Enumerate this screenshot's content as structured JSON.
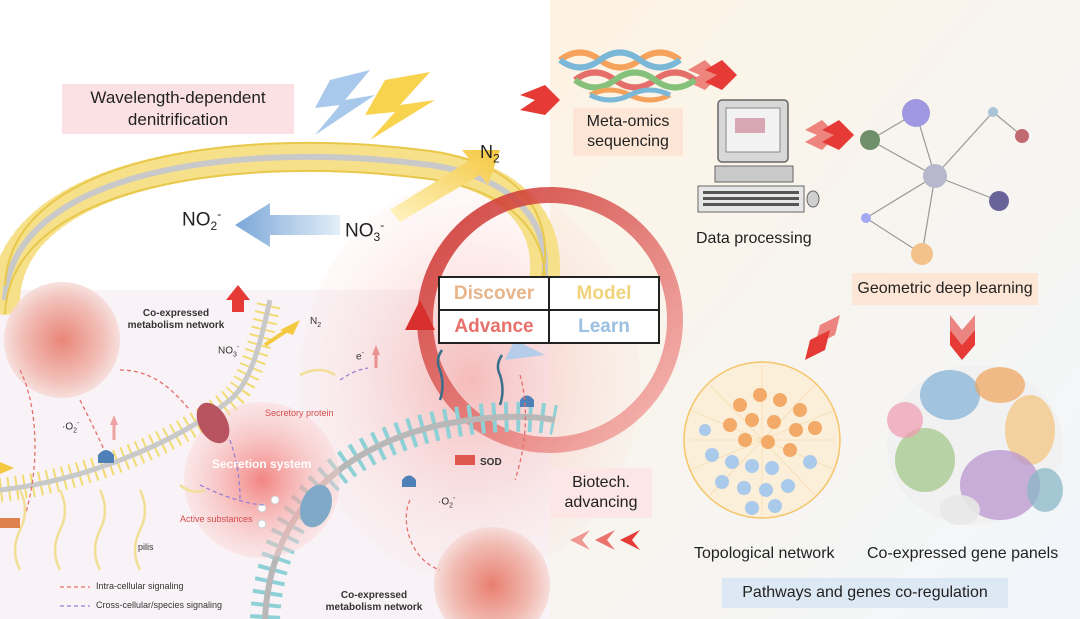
{
  "labels": {
    "wavelength": "Wavelength-dependent denitrification",
    "n2_main": "N",
    "n2_sub": "2",
    "no2": "NO",
    "no2_sub": "2",
    "no2_sup": "-",
    "no3": "NO",
    "no3_sub": "3",
    "no3_sup": "-",
    "meta_omics": "Meta-omics sequencing",
    "data_processing": "Data processing",
    "geometric": "Geometric deep learning",
    "biotech": "Biotech. advancing",
    "topological": "Topological network",
    "coexpressed_panels": "Co-expressed gene panels",
    "pathways": "Pathways and genes co-regulation",
    "coexp_net_top": "Co-expressed metabolism network",
    "coexp_net_bottom": "Co-expressed metabolism network",
    "no3_small": "NO",
    "no3_small_sub": "3",
    "no3_small_sup": "-",
    "n2_small": "N",
    "n2_small_sub": "2",
    "e_minus": "e",
    "e_minus_sup": "-",
    "o2_left": "·O",
    "o2_left_sub": "2",
    "o2_left_sup": "-",
    "o2_right": "·O",
    "o2_right_sub": "2",
    "o2_right_sup": "-",
    "secretory": "Secretory protein",
    "secretion_system": "Secretion system",
    "active_substances": "Active substances",
    "pilis": "pilis",
    "sod": "SOD",
    "legend_intra": "Intra-cellular signaling",
    "legend_cross": "Cross-cellular/species signaling"
  },
  "cycle": {
    "discover": "Discover",
    "model": "Model",
    "advance": "Advance",
    "learn": "Learn"
  },
  "colors": {
    "discover": "#e8b48a",
    "model": "#f0d37a",
    "advance": "#e8706a",
    "learn": "#9cc0e2",
    "red_arrow": "#e53a36",
    "blue_arrow": "#8fb8e2",
    "yellow_arrow": "#f5c842",
    "pink_box": "#fbe1e4",
    "peach_box": "#fde6d5",
    "blue_box": "#dce8f4"
  }
}
